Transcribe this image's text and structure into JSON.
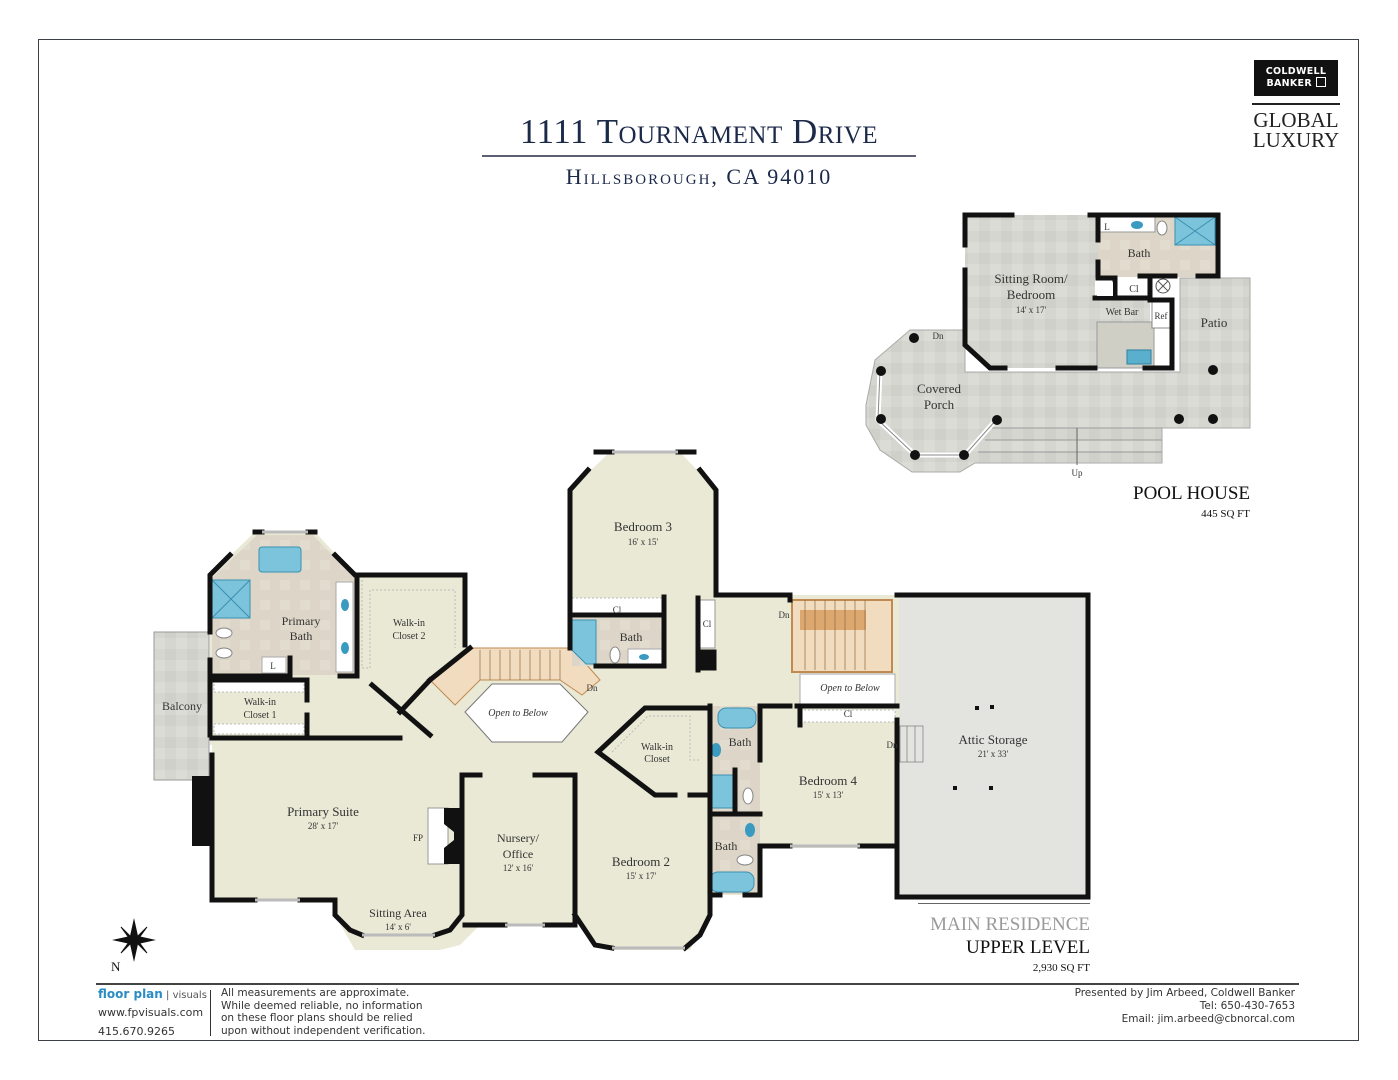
{
  "header": {
    "title": "1111 Tournament Drive",
    "subtitle": "Hillsborough, CA 94010"
  },
  "brand_logo": {
    "line1": "COLDWELL",
    "line2": "BANKER",
    "tagline1": "GLOBAL",
    "tagline2": "LUXURY"
  },
  "pool_house": {
    "title": "POOL HOUSE",
    "area": "445 SQ FT",
    "rooms": [
      {
        "name": "Sitting Room/",
        "name2": "Bedroom",
        "dims": "14' x 17'"
      },
      {
        "name": "Bath"
      },
      {
        "name": "Cl"
      },
      {
        "name": "Wet Bar"
      },
      {
        "name": "Ref"
      },
      {
        "name": "Patio"
      },
      {
        "name": "Covered",
        "name2": "Porch"
      },
      {
        "name": "L"
      }
    ],
    "stairs": {
      "down": "Dn",
      "up": "Up"
    }
  },
  "main_residence": {
    "title": "MAIN RESIDENCE",
    "level": "UPPER LEVEL",
    "area": "2,930 SQ FT",
    "rooms": {
      "primary_bath": {
        "name": "Primary",
        "name2": "Bath"
      },
      "walkin_closet_2": {
        "name": "Walk-in",
        "name2": "Closet 2"
      },
      "walkin_closet_1": {
        "name": "Walk-in",
        "name2": "Closet 1"
      },
      "balcony": {
        "name": "Balcony"
      },
      "linen": {
        "name": "L"
      },
      "primary_suite": {
        "name": "Primary Suite",
        "dims": "28' x 17'"
      },
      "fireplace": {
        "name": "FP"
      },
      "sitting_area": {
        "name": "Sitting Area",
        "dims": "14' x 6'"
      },
      "nursery": {
        "name": "Nursery/",
        "name2": "Office",
        "dims": "12' x 16'"
      },
      "open_below_1": {
        "name": "Open to Below"
      },
      "stair_dn_1": {
        "name": "Dn"
      },
      "bedroom_3": {
        "name": "Bedroom 3",
        "dims": "16' x 15'"
      },
      "bedroom_3_closet": {
        "name": "Cl"
      },
      "bedroom_3_bath": {
        "name": "Bath"
      },
      "hall_closet": {
        "name": "Cl"
      },
      "stair_dn_2": {
        "name": "Dn"
      },
      "open_below_2": {
        "name": "Open to Below"
      },
      "walkin_closet": {
        "name": "Walk-in",
        "name2": "Closet"
      },
      "bath_a": {
        "name": "Bath"
      },
      "bath_b": {
        "name": "Bath"
      },
      "bedroom_2": {
        "name": "Bedroom 2",
        "dims": "15' x 17'"
      },
      "bedroom_4": {
        "name": "Bedroom 4",
        "dims": "15' x 13'"
      },
      "bedroom_4_closet": {
        "name": "Cl"
      },
      "attic_dn": {
        "name": "Dn"
      },
      "attic_storage": {
        "name": "Attic Storage",
        "dims": "21' x 33'"
      }
    }
  },
  "compass": {
    "label": "N"
  },
  "footer": {
    "brand": "floor plan",
    "brand_suffix": "visuals",
    "website": "www.fpvisuals.com",
    "phone": "415.670.9265",
    "disclaimer": [
      "All measurements are approximate.",
      "While deemed reliable, no information",
      "on these floor plans should be relied",
      "upon without independent verification."
    ],
    "agent": [
      "Presented by Jim Arbeed, Coldwell Banker",
      "Tel: 650-430-7653",
      "Email: jim.arbeed@cbnorcal.com"
    ]
  },
  "colors": {
    "title_navy": "#1c2a4a",
    "floor_fill": "#e8e8d4",
    "bath_fill": "#ddd8cc",
    "patio_fill": "#d4d4d0",
    "attic_fill": "#e2e2de",
    "wall": "#111111",
    "stair_wood": "#d8a870",
    "fixture_blue": "#5ab0cc"
  }
}
